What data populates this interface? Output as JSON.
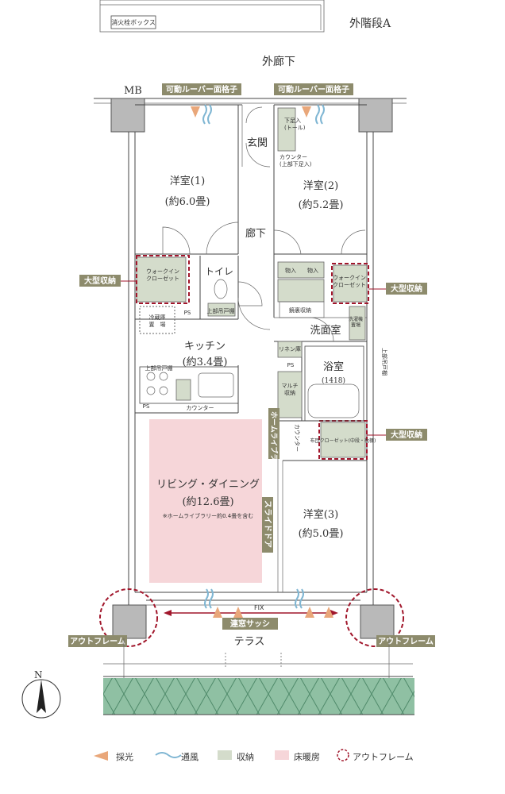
{
  "labels": {
    "fire_box": "消火栓ボックス",
    "outer_stairs": "外階段A",
    "outer_corridor": "外廊下",
    "mb": "MB",
    "louver_left": "可動ルーバー面格子",
    "louver_right": "可動ルーバー面格子",
    "genkan": "玄関",
    "shoe_box": "下足入\n(トール)",
    "counter_shoe": "カウンター\n(上部下足入)",
    "room1": "洋室(1)",
    "room1_size": "(約6.0畳)",
    "room2": "洋室(2)",
    "room2_size": "(約5.2畳)",
    "hallway": "廊下",
    "walkin_left": "ウォークイン\nクローゼット",
    "walkin_right": "ウォークイン\nクローゼット",
    "toilet": "トイレ",
    "upper_shelf_toilet": "上部吊戸棚",
    "mono1": "物入",
    "mono2": "物入",
    "mirror_storage": "鏡裏収納",
    "big_storage_left": "大型収納",
    "big_storage_right": "大型収納",
    "big_storage_right2": "大型収納",
    "fridge": "冷蔵庫\n置　場",
    "ps1": "PS",
    "ps2": "PS",
    "ps3": "PS",
    "washroom": "洗面室",
    "washer": "洗濯機\n置場",
    "upper_shelf_side": "上部吊戸棚",
    "kitchen": "キッチン",
    "kitchen_size": "(約3.4畳)",
    "upper_shelf_kitchen": "上部吊戸棚",
    "counter": "カウンター",
    "linen": "リネン庫",
    "bath": "浴室",
    "bath_size": "(1418)",
    "multi": "マルチ\n収納",
    "home_library": "ホームライブラリー",
    "counter2": "カウンター",
    "closet3": "布団クローゼット(中段・枕棚)",
    "living": "リビング・ダイニング",
    "living_size": "(約12.6畳)",
    "living_note": "※ホームライブラリー約0.4畳を含む",
    "slide_door": "スライドドア",
    "room3": "洋室(3)",
    "room3_size": "(約5.0畳)",
    "fix": "FIX",
    "sash": "連窓サッシ",
    "terrace": "テラス",
    "outframe_left": "アウトフレーム",
    "outframe_right": "アウトフレーム",
    "north": "N"
  },
  "legend": [
    {
      "label": "採光",
      "color": "#e9a77a"
    },
    {
      "label": "通風",
      "color": "#7fb6d3"
    },
    {
      "label": "収納",
      "color": "#d4dccb"
    },
    {
      "label": "床暖房",
      "color": "#f6d6d9"
    },
    {
      "label": "アウトフレーム",
      "color": "#a1162b"
    }
  ],
  "colors": {
    "tag": "#8d8b6c",
    "floor_heating": "#f6d6d9",
    "storage": "#d4dccb",
    "outframe": "#a1162b",
    "sun": "#e9a77a",
    "wind": "#7fb6d3",
    "terrace_band": "#8fc0a3"
  }
}
